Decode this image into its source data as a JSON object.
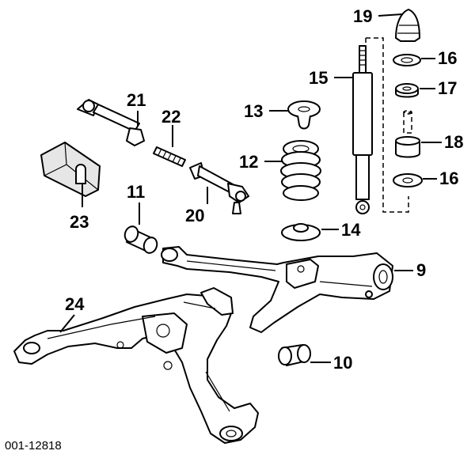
{
  "figure": {
    "reference_code": "001-12818",
    "callouts": {
      "c9": "9",
      "c10": "10",
      "c11": "11",
      "c12": "12",
      "c13": "13",
      "c14": "14",
      "c15": "15",
      "c16a": "16",
      "c16b": "16",
      "c17": "17",
      "c18": "18",
      "c19": "19",
      "c20": "20",
      "c21": "21",
      "c22": "22",
      "c23": "23",
      "c24": "24"
    }
  }
}
